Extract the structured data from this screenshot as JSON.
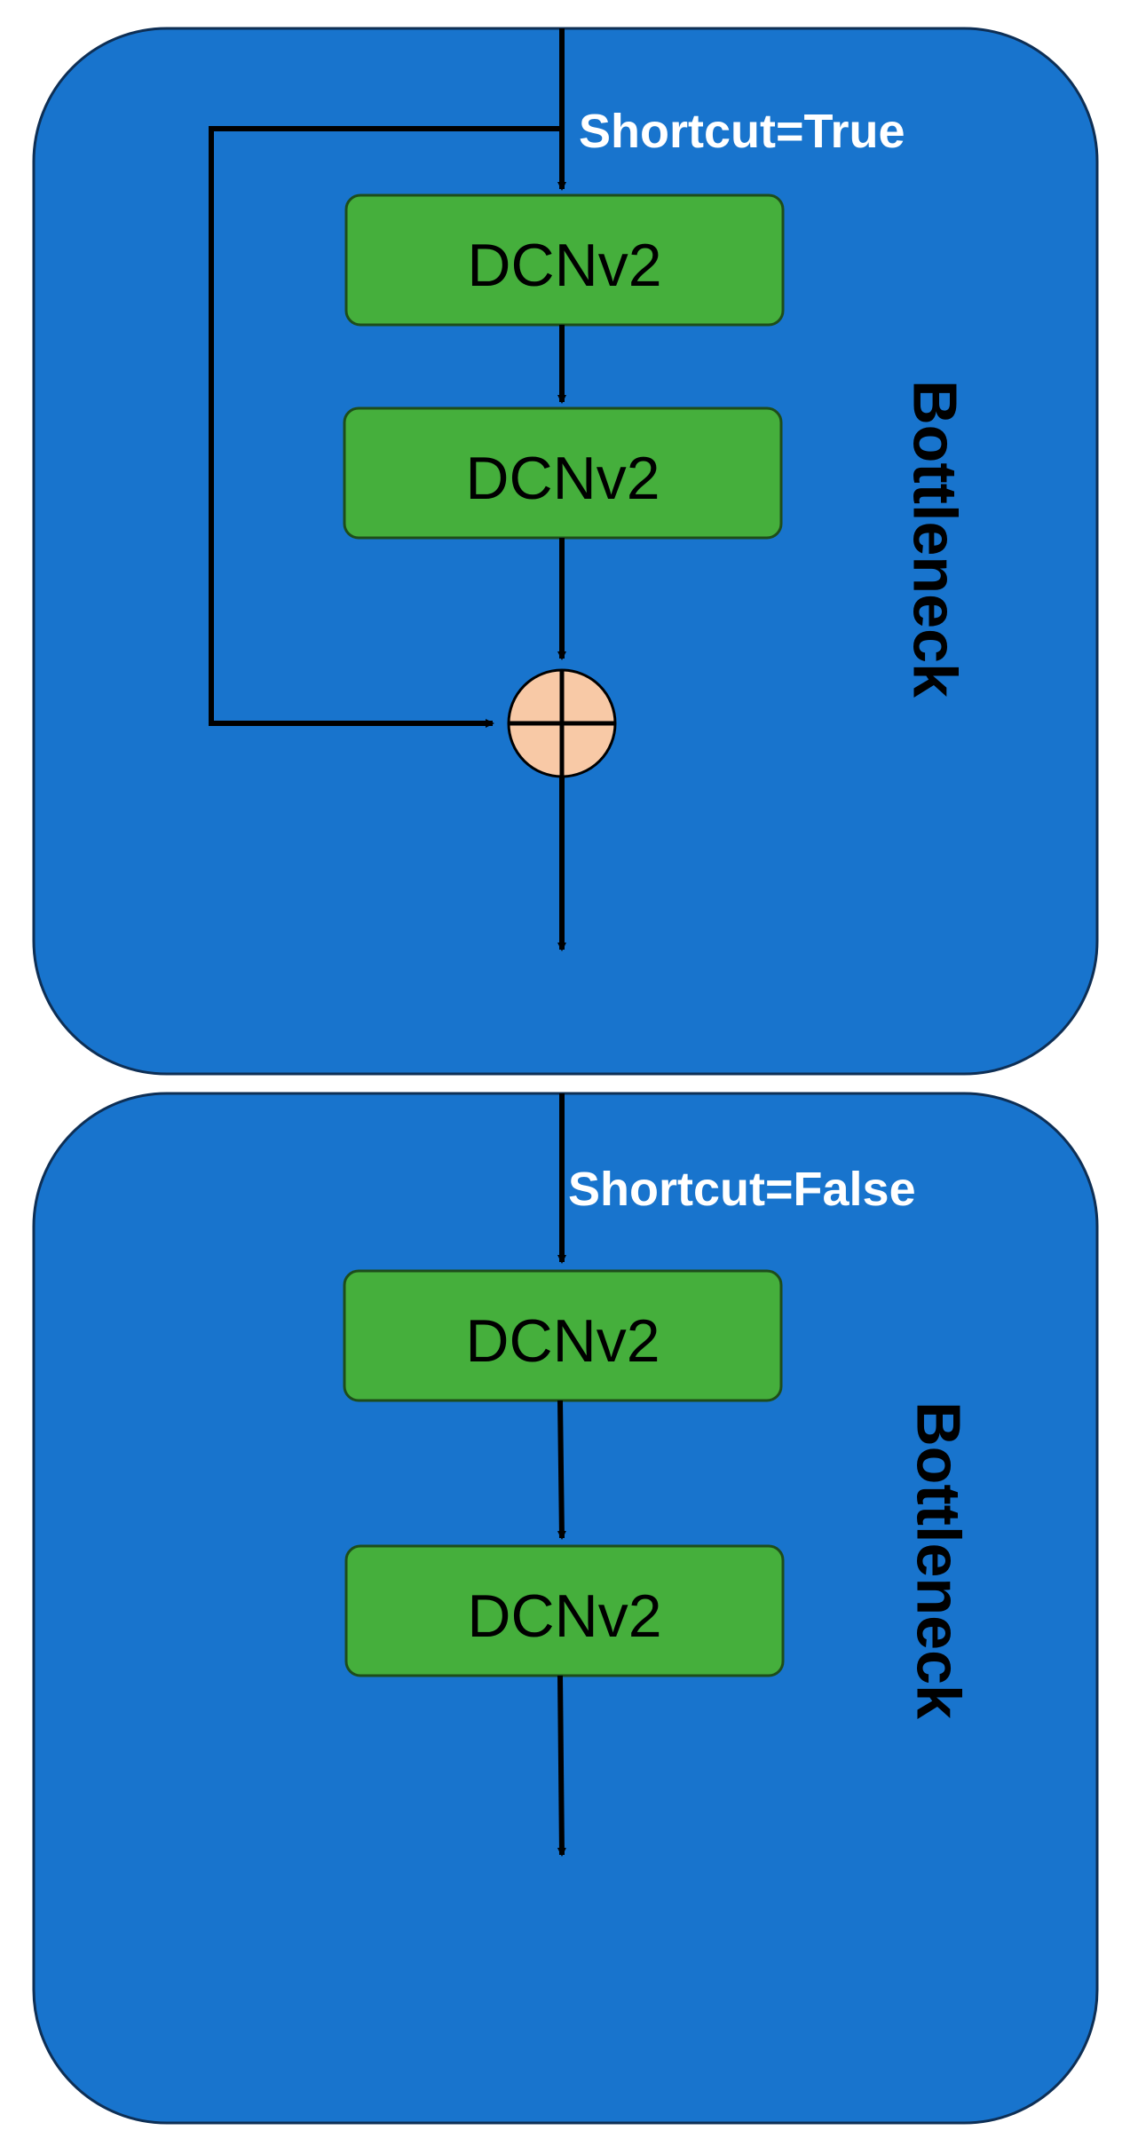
{
  "colors": {
    "panel_fill": "#1874CD",
    "panel_stroke": "#0E2F55",
    "block_fill": "#45AF3C",
    "block_stroke": "#1E4D1A",
    "add_fill": "#F8C9A6",
    "arrow": "#000000",
    "shortcut_text": "#FFFFFF",
    "block_text": "#000000",
    "side_text": "#000000"
  },
  "panels": [
    {
      "side_label": "Bottleneck",
      "shortcut_label": "Shortcut=True",
      "blocks": [
        "DCNv2",
        "DCNv2"
      ],
      "has_shortcut": true,
      "add_icon": "plus-circle-icon"
    },
    {
      "side_label": "Bottleneck",
      "shortcut_label": "Shortcut=False",
      "blocks": [
        "DCNv2",
        "DCNv2"
      ],
      "has_shortcut": false
    }
  ]
}
